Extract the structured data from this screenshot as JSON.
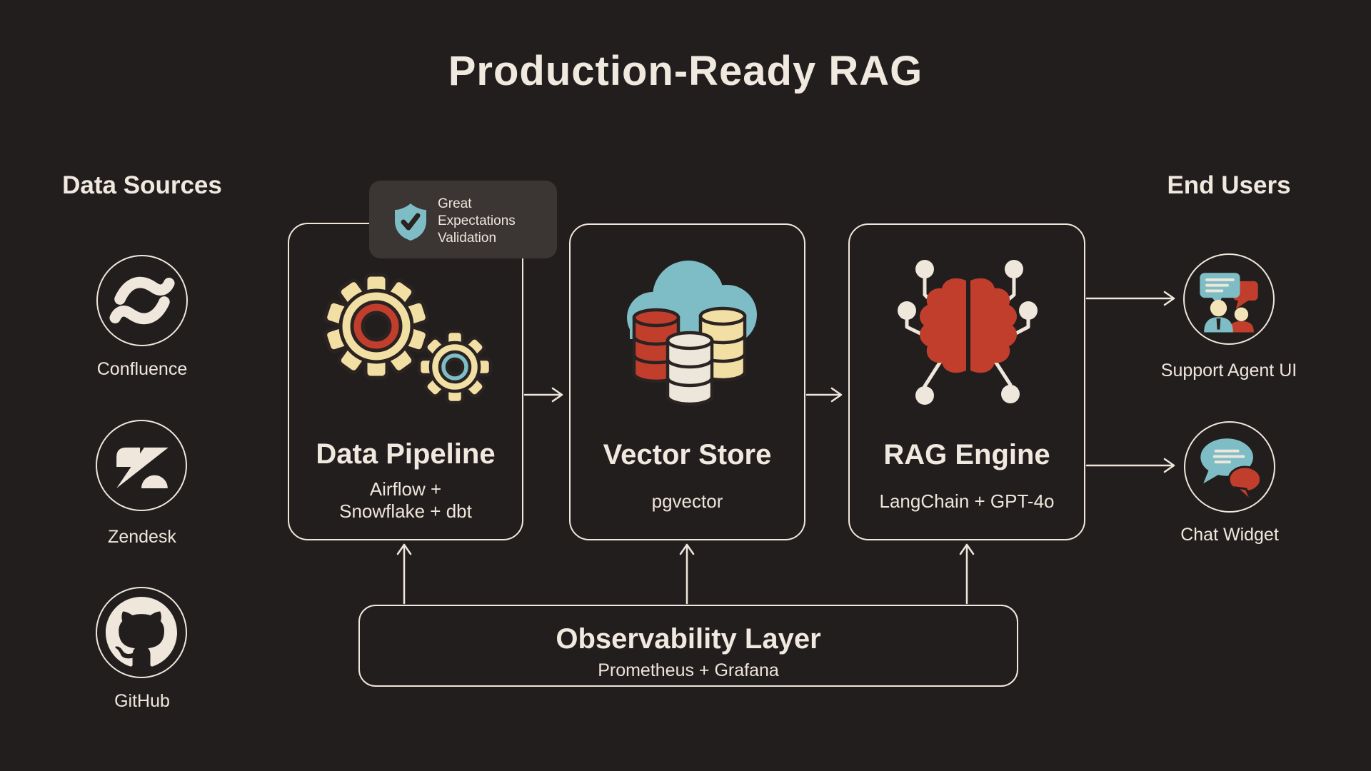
{
  "page": {
    "title": "Production-Ready RAG"
  },
  "data_sources": {
    "heading": "Data Sources",
    "items": [
      {
        "label": "Confluence",
        "icon": "confluence-icon"
      },
      {
        "label": "Zendesk",
        "icon": "zendesk-icon"
      },
      {
        "label": "GitHub",
        "icon": "github-icon"
      }
    ]
  },
  "end_users": {
    "heading": "End Users",
    "items": [
      {
        "label": "Support Agent UI",
        "icon": "support-agent-icon"
      },
      {
        "label": "Chat Widget",
        "icon": "chat-widget-icon"
      }
    ]
  },
  "validation_badge": {
    "line1": "Great",
    "line2": "Expectations",
    "line3": "Validation",
    "icon": "shield-check-icon"
  },
  "pipeline_boxes": {
    "data_pipeline": {
      "title": "Data Pipeline",
      "subtitle_line1": "Airflow +",
      "subtitle_line2": "Snowflake + dbt",
      "icon": "gears-icon"
    },
    "vector_store": {
      "title": "Vector Store",
      "subtitle": "pgvector",
      "icon": "cloud-database-icon"
    },
    "rag_engine": {
      "title": "RAG Engine",
      "subtitle": "LangChain + GPT-4o",
      "icon": "circuit-brain-icon"
    }
  },
  "observability": {
    "title": "Observability Layer",
    "subtitle": "Prometheus + Grafana"
  },
  "colors": {
    "background": "#231E1E",
    "cream": "#F0E8DC",
    "teal": "#7EBDC5",
    "red": "#C23E2C",
    "yellow": "#F2DFA4",
    "badge_bg": "#3B3534"
  }
}
